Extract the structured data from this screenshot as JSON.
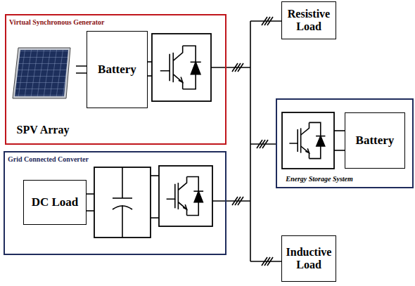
{
  "diagram": {
    "nodes": [
      {
        "text": [
          "Virtual Synchronous Generator"
        ]
      },
      {
        "text": [
          "SPV Array"
        ],
        "in": 0
      },
      {
        "text": [
          "Battery"
        ],
        "in": 0
      },
      {
        "text": [
          "Resistive Load"
        ]
      },
      {
        "text": [
          "Energy Storage System"
        ]
      },
      {
        "text": [
          "Battery"
        ],
        "in": 4
      },
      {
        "text": [
          "Grid Connected Converter"
        ]
      },
      {
        "text": [
          "DC Load"
        ],
        "in": 6
      },
      {
        "text": [
          "Inductive Load"
        ]
      }
    ],
    "edges": [
      {
        "from": 1,
        "to": 2,
        "arrow": "none"
      }
    ]
  }
}
